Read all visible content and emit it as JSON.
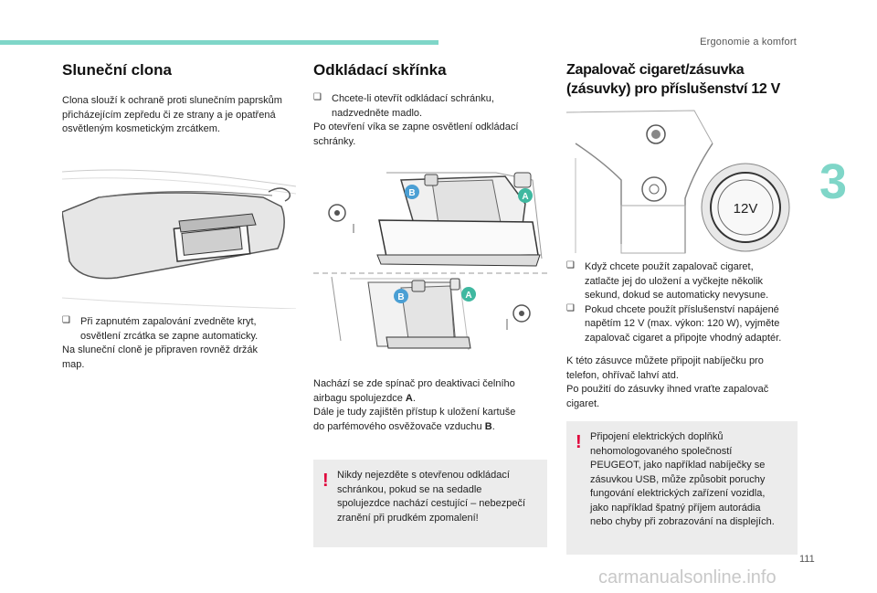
{
  "header": {
    "section_title": "Ergonomie a komfort",
    "chapter": "3",
    "page_number": "111"
  },
  "watermark": "carmanualsonline.info",
  "col1": {
    "title": "Sluneční clona",
    "intro": [
      "Clona slouží k ochraně proti slunečním paprskům",
      "přicházejícím zepředu či ze strany a je opatřená",
      "osvětleným kosmetickým zrcátkem."
    ],
    "bullet": [
      "Při zapnutém zapalování zvedněte kryt,",
      "osvětlení zrcátka se zapne automaticky."
    ],
    "note": [
      "Na sluneční cloně je připraven rovněž držák",
      "map."
    ]
  },
  "col2": {
    "title": "Odkládací skřínka",
    "bullet": [
      "Chcete-li otevřít odkládací schránku,",
      "nadzvedněte madlo."
    ],
    "after_bullet": [
      "Po otevření víka se zapne osvětlení odkládací",
      "schránky."
    ],
    "label_a": "A",
    "label_b": "B",
    "text1": [
      "Nachází se zde spínač pro deaktivaci čelního",
      "airbagu spolujezdce"
    ],
    "text1_bold": "A",
    "text2": [
      "Dále je tudy zajištěn přístup k uložení kartuše",
      "do parfémového osvěžovače vzduchu"
    ],
    "text2_bold": "B",
    "warning": [
      "Nikdy nejezděte s otevřenou odkládací",
      "schránkou, pokud se na sedadle",
      "spolujezdce nachází cestující – nebezpečí",
      "zranění při prudkém zpomalení!"
    ]
  },
  "col3": {
    "title_line1": "Zapalovač cigaret/zásuvka",
    "title_line2": "(zásuvky) pro příslušenství 12 V",
    "socket_label": "12V",
    "bullet1": [
      "Když chcete použít zapalovač cigaret,",
      "zatlačte jej do uložení a vyčkejte několik",
      "sekund, dokud se automaticky nevysune."
    ],
    "bullet2": [
      "Pokud chcete použít příslušenství napájené",
      "napětím 12 V (max. výkon: 120 W), vyjměte",
      "zapalovač cigaret a připojte vhodný adaptér."
    ],
    "para": [
      "K této zásuvce můžete připojit nabíječku pro",
      "telefon, ohřívač lahví atd.",
      "Po použití do zásuvky ihned vraťte zapalovač",
      "cigaret."
    ],
    "warning": [
      "Připojení elektrických doplňků",
      "nehomologovaného společností",
      "PEUGEOT, jako například nabíječky se",
      "zásuvkou USB, může způsobit poruchy",
      "fungování elektrických zařízení vozidla,",
      "jako například špatný příjem autorádia",
      "nebo chyby při zobrazování na displejích."
    ]
  },
  "colors": {
    "accent": "#7fd6c8",
    "warning": "#e0003a",
    "label_blue": "#4a9fd4",
    "label_green": "#3fb8a0"
  }
}
